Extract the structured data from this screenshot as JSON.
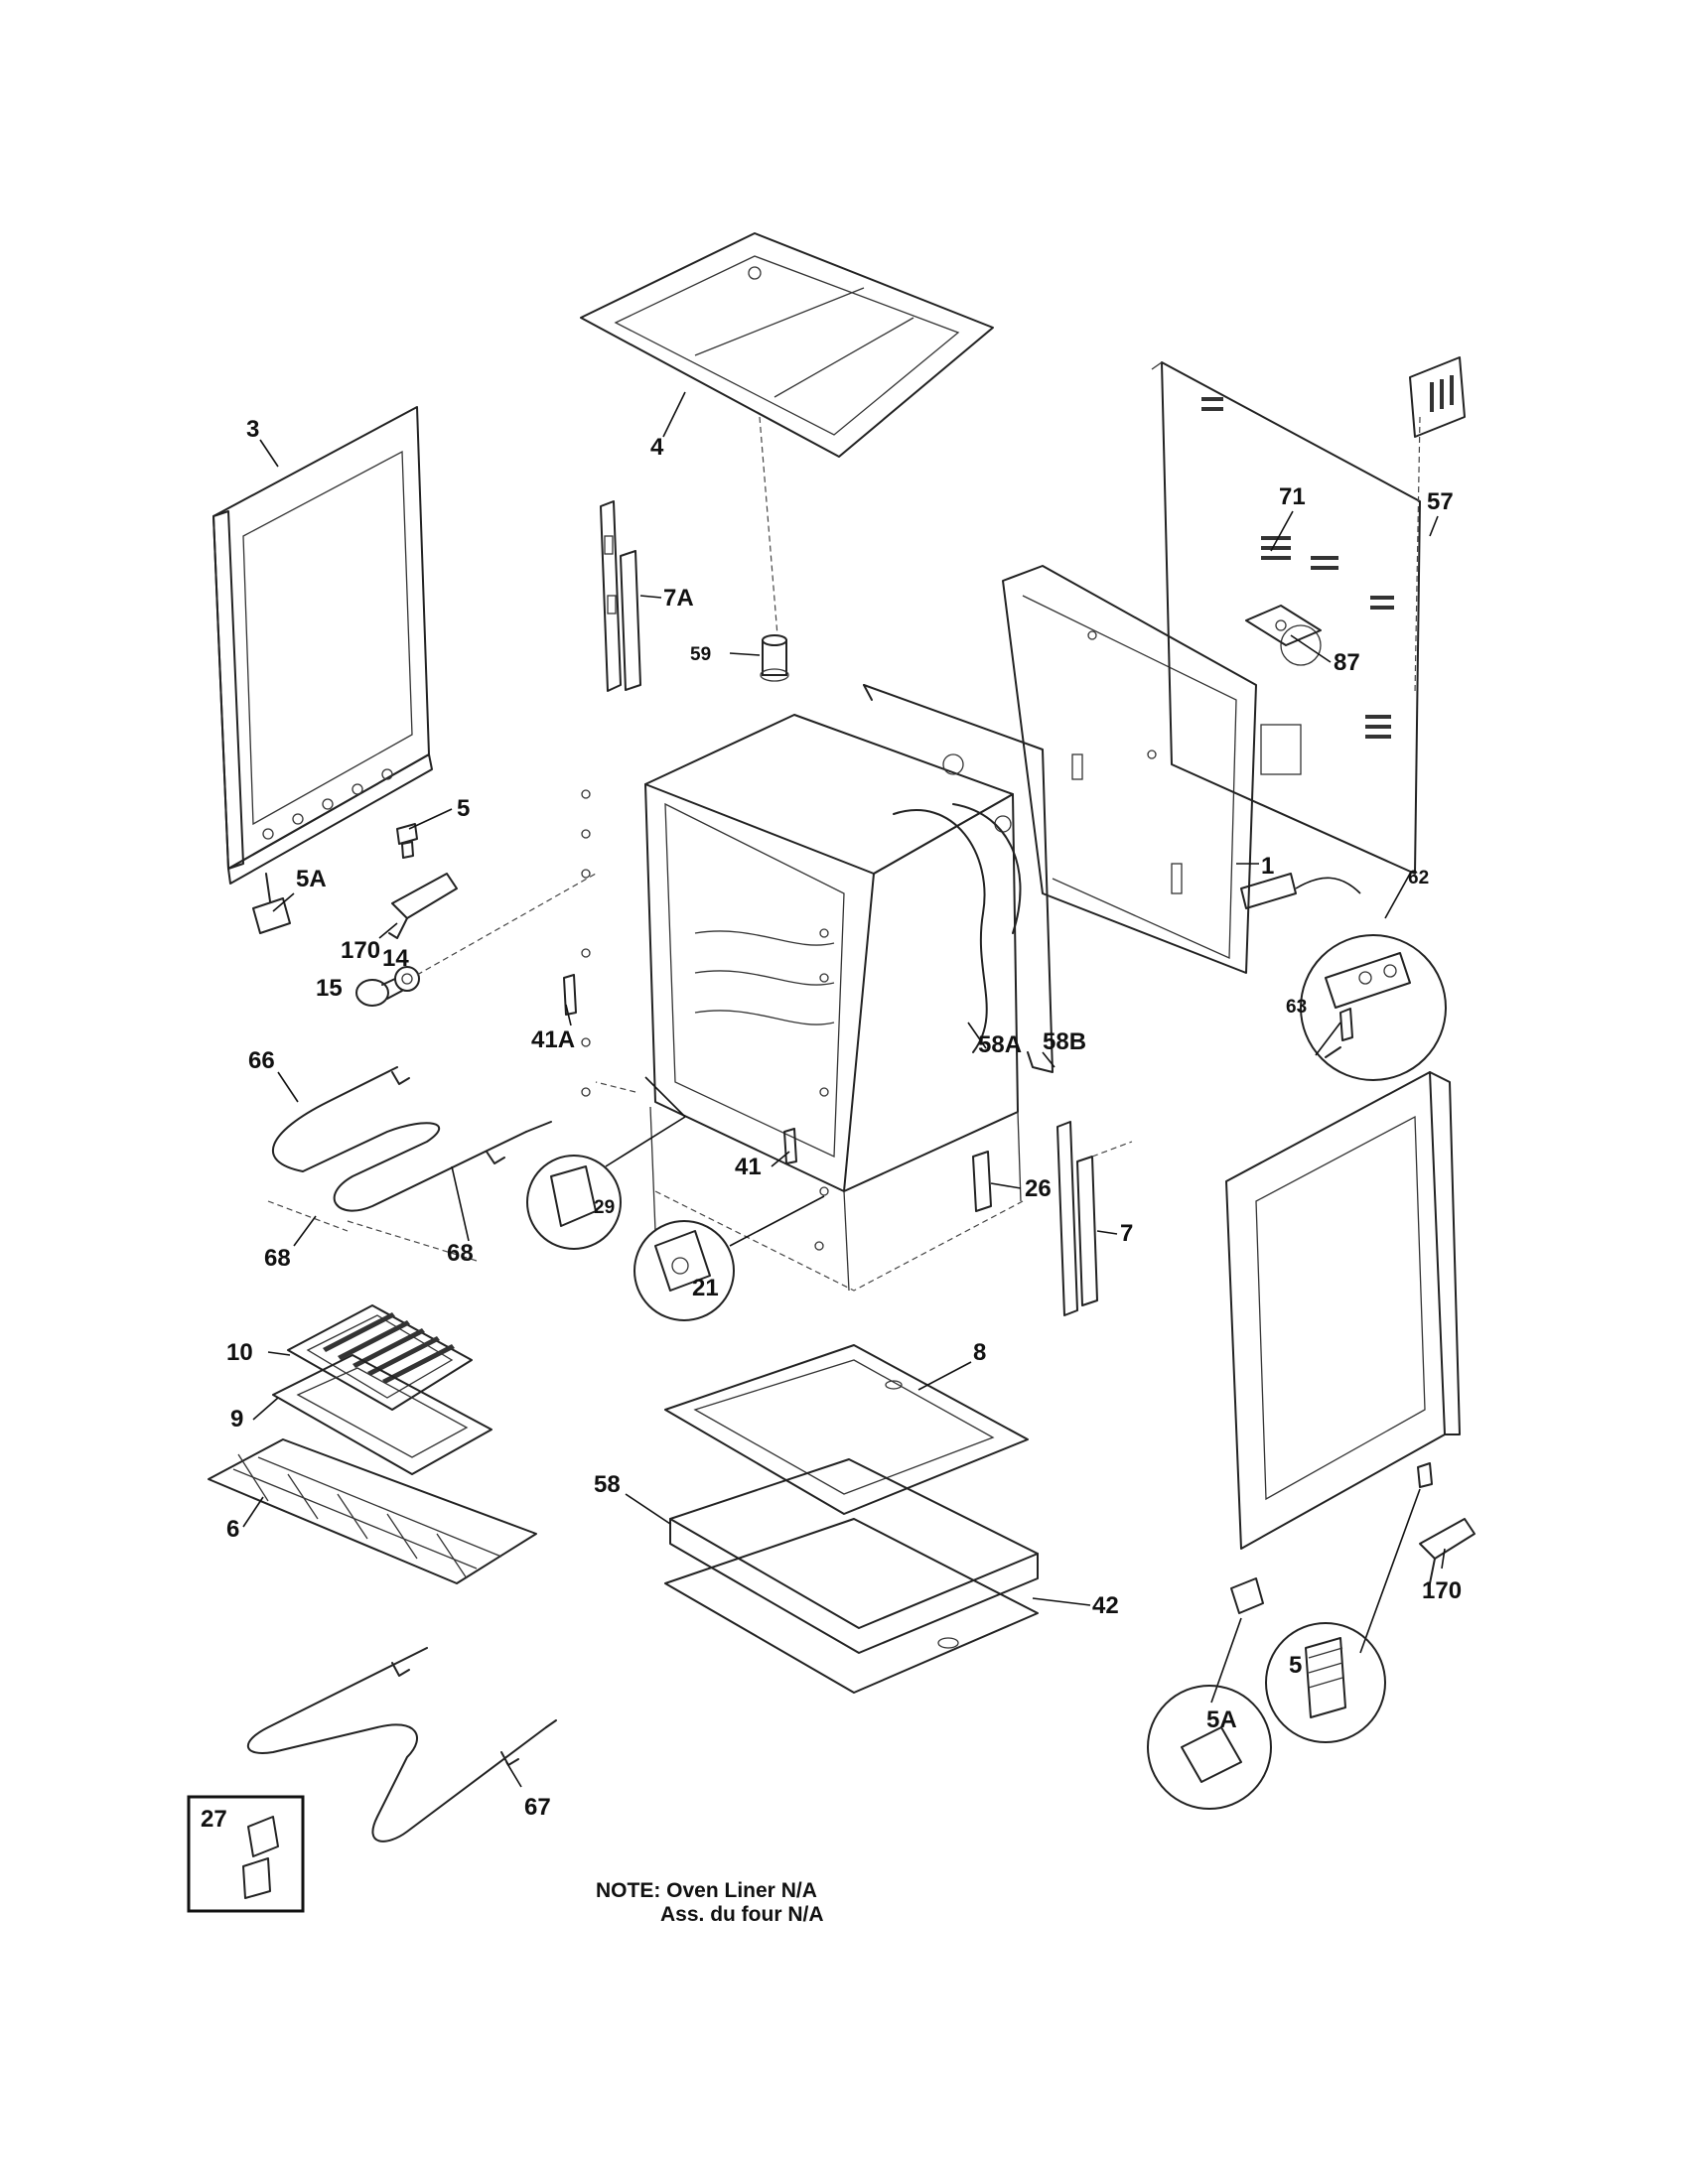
{
  "diagram": {
    "labels": {
      "p1": "1",
      "p3": "3",
      "p4": "4",
      "p5": "5",
      "p5A": "5A",
      "p5_detail": "5",
      "p5A_detail": "5A",
      "p6": "6",
      "p7": "7",
      "p7A": "7A",
      "p8": "8",
      "p9": "9",
      "p10": "10",
      "p14": "14",
      "p15": "15",
      "p21": "21",
      "p26": "26",
      "p27": "27",
      "p29": "29",
      "p41": "41",
      "p41A": "41A",
      "p42": "42",
      "p57": "57",
      "p58": "58",
      "p58A": "58A",
      "p58B": "58B",
      "p59": "59",
      "p62": "62",
      "p63": "63",
      "p66": "66",
      "p67": "67",
      "p68a": "68",
      "p68b": "68",
      "p71": "71",
      "p87": "87",
      "p170a": "170",
      "p170b": "170"
    },
    "note": {
      "line1": "NOTE: Oven Liner N/A",
      "line2": "Ass. du four N/A"
    }
  }
}
